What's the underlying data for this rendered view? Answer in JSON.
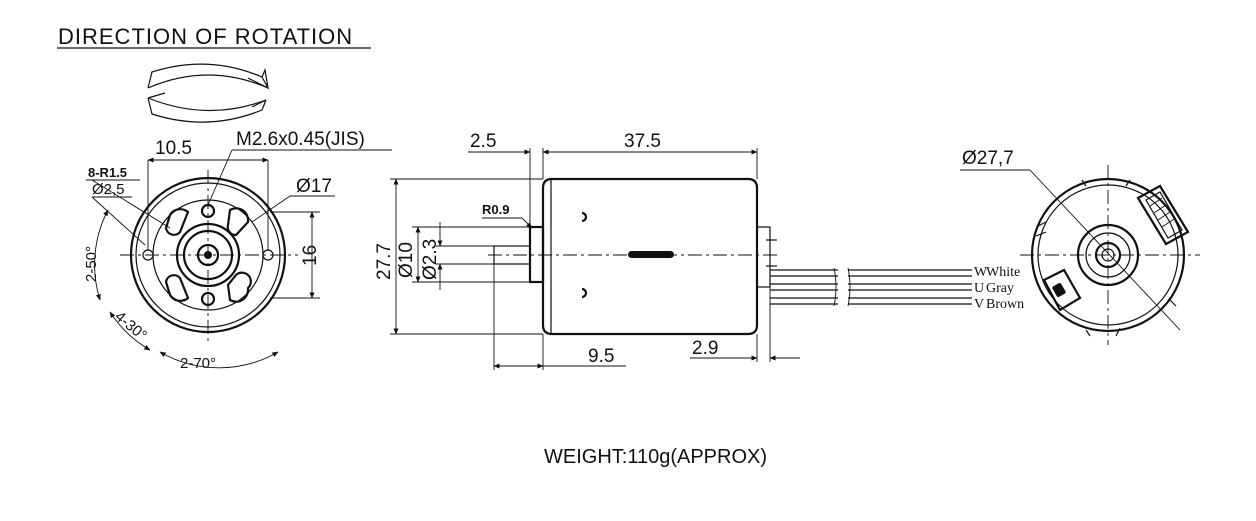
{
  "title": "DIRECTION OF ROTATION",
  "weight": "WEIGHT:110g(APPROX)",
  "front_view": {
    "thread": "M2.6x0.45(JIS)",
    "slot_spacing": "10.5",
    "slot_radius": "8-R1.5",
    "hole_dia": "Ø2,5",
    "bolt_circle": "Ø17",
    "height": "16",
    "angle_50": "2-50°",
    "angle_30": "4-30°",
    "angle_70": "2-70°"
  },
  "side_view": {
    "flange": "2.5",
    "length": "37.5",
    "radius": "R0.9",
    "body_dia": "27.7",
    "boss_dia": "Ø10",
    "shaft_dia": "Ø2.3",
    "shaft_len": "9.5",
    "rear_len": "2.9"
  },
  "rear_view": {
    "diameter": "Ø27,7"
  },
  "wires": [
    {
      "code": "W",
      "color": "White"
    },
    {
      "code": "U",
      "color": "Gray"
    },
    {
      "code": "V",
      "color": "Brown"
    }
  ]
}
